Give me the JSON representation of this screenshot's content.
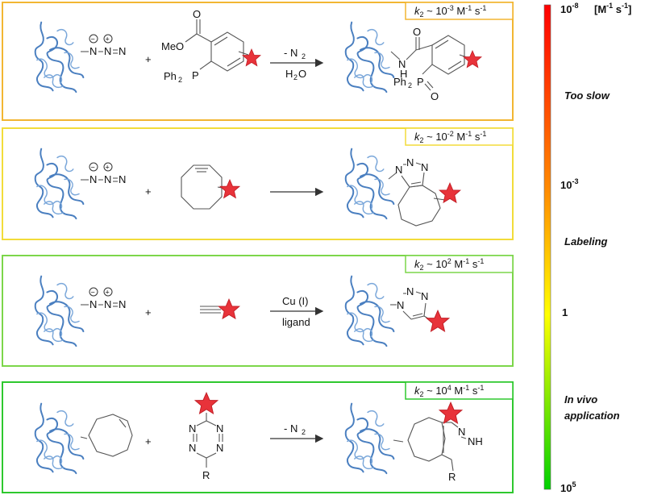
{
  "panels": [
    {
      "rate_text": "k2 ~ 10-3 M-1 s-1",
      "rate": {
        "k": "k",
        "sub": "2",
        "approx": " ~ 10",
        "exp": "-3",
        "unit1": " M",
        "unit1exp": "-1",
        "unit2": " s",
        "unit2exp": "-1"
      },
      "border_color": "#f2b632",
      "reagent_labels": {
        "meo": "MeO",
        "o": "O",
        "ph2p": "Ph",
        "ph2p_sub": "2",
        "p": "P"
      },
      "condition_top": "- N",
      "condition_top_sub": "2",
      "condition_bottom": "H",
      "condition_bottom_sub": "2",
      "condition_bottom_tail": "O",
      "product_labels": {
        "o": "O",
        "n": "N",
        "h": "H",
        "ph2p": "Ph",
        "ph2p_sub": "2",
        "p": "P",
        "o2": "O"
      }
    },
    {
      "rate": {
        "k": "k",
        "sub": "2",
        "approx": " ~ 10",
        "exp": "-2",
        "unit1": " M",
        "unit1exp": "-1",
        "unit2": " s",
        "unit2exp": "-1"
      },
      "border_color": "#f2dc3a",
      "product_labels": {
        "n1": "N",
        "n2": "N",
        "n3": "N"
      }
    },
    {
      "rate": {
        "k": "k",
        "sub": "2",
        "approx": " ~ 10",
        "exp": "2",
        "unit1": " M",
        "unit1exp": "-1",
        "unit2": " s",
        "unit2exp": "-1"
      },
      "border_color": "#7cd64a",
      "condition_top": "Cu (I)",
      "condition_bottom": "ligand",
      "product_labels": {
        "n1": "N",
        "n2": "N",
        "n3": "N"
      }
    },
    {
      "rate": {
        "k": "k",
        "sub": "2",
        "approx": " ~ 10",
        "exp": "4",
        "unit1": " M",
        "unit1exp": "-1",
        "unit2": " s",
        "unit2exp": "-1"
      },
      "border_color": "#2ec82e",
      "reagent_labels": {
        "n1": "N",
        "n2": "N",
        "n3": "N",
        "n4": "N",
        "r": "R"
      },
      "condition_top": "- N",
      "condition_top_sub": "2",
      "product_labels": {
        "n1": "N",
        "nh": "NH",
        "r": "R"
      }
    }
  ],
  "azide": {
    "n1": "N",
    "n2": "N",
    "n3": "N",
    "minus": "−",
    "plus": "+"
  },
  "plus_sign": "+",
  "scale": {
    "top_value": "10",
    "top_exp": "-8",
    "unit": "[M",
    "unit_exp": "-1",
    "unit_mid": " s",
    "unit_exp2": "-1",
    "unit_close": "]",
    "too_slow": "Too slow",
    "mid_value": "10",
    "mid_exp": "-3",
    "labeling": "Labeling",
    "one": "1",
    "in_vivo_1": "In vivo",
    "in_vivo_2": "application",
    "bottom_value": "10",
    "bottom_exp": "5",
    "gradient": [
      "#ff0000",
      "#ff8a00",
      "#ffff00",
      "#00d000"
    ]
  }
}
